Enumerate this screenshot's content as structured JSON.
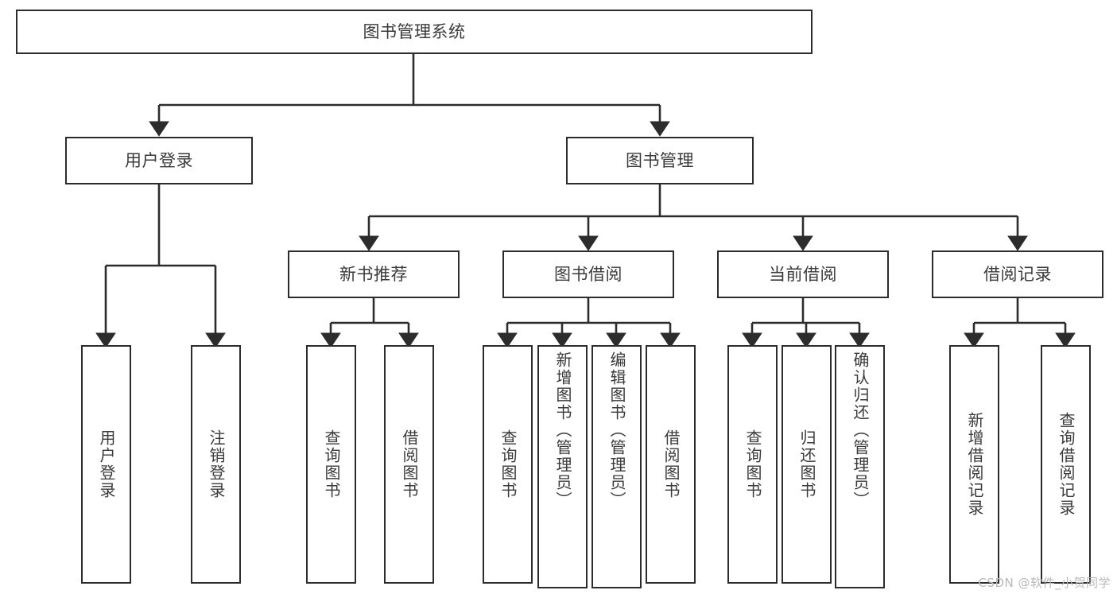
{
  "diagram": {
    "type": "tree",
    "title": "图书管理系统",
    "root": {
      "label": "图书管理系统"
    },
    "level2": [
      {
        "label": "用户登录"
      },
      {
        "label": "图书管理"
      }
    ],
    "level3": [
      {
        "label": "新书推荐"
      },
      {
        "label": "图书借阅"
      },
      {
        "label": "当前借阅"
      },
      {
        "label": "借阅记录"
      }
    ],
    "leaves": {
      "user_login": [
        {
          "label": "用户登录"
        },
        {
          "label": "注销登录"
        }
      ],
      "new_book_recommend": [
        {
          "label": "查询图书"
        },
        {
          "label": "借阅图书"
        }
      ],
      "book_borrow": [
        {
          "label": "查询图书"
        },
        {
          "label": "新增图书（管理员）"
        },
        {
          "label": "编辑图书（管理员）"
        },
        {
          "label": "借阅图书"
        }
      ],
      "current_borrow": [
        {
          "label": "查询图书"
        },
        {
          "label": "归还图书"
        },
        {
          "label": "确认归还（管理员）"
        }
      ],
      "borrow_record": [
        {
          "label": "新增借阅记录"
        },
        {
          "label": "查询借阅记录"
        }
      ]
    }
  },
  "watermark": {
    "text": "CSDN @软件_小贺同学"
  },
  "colors": {
    "stroke": "#2c2c2c",
    "text": "#3a3a3a",
    "background": "#ffffff",
    "watermark": "#b9b9b9"
  }
}
